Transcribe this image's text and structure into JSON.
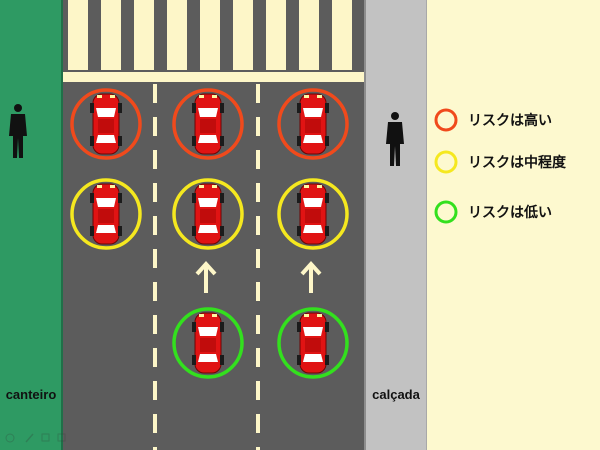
{
  "labels": {
    "median": "canteiro",
    "sidewalk": "calçada"
  },
  "legend": [
    {
      "label": "リスクは高い",
      "color": "#f04a1c"
    },
    {
      "label": "リスクは中程度",
      "color": "#f5e81f"
    },
    {
      "label": "リスクは低い",
      "color": "#33e01e"
    }
  ],
  "colors": {
    "median": "#2e9a63",
    "sidewalk": "#c2c2c2",
    "road": "#5c5c5c",
    "lane_marking": "#fdf6c8",
    "background": "#fdf9cf",
    "car": "#e01313"
  },
  "rows": [
    {
      "risk": "high",
      "lanes": [
        1,
        2,
        3
      ]
    },
    {
      "risk": "medium",
      "lanes": [
        1,
        2,
        3
      ]
    },
    {
      "risk": "low",
      "lanes": [
        2,
        3
      ]
    }
  ],
  "icons": [
    "pedestrian-icon",
    "up-arrow-icon",
    "car-icon"
  ]
}
